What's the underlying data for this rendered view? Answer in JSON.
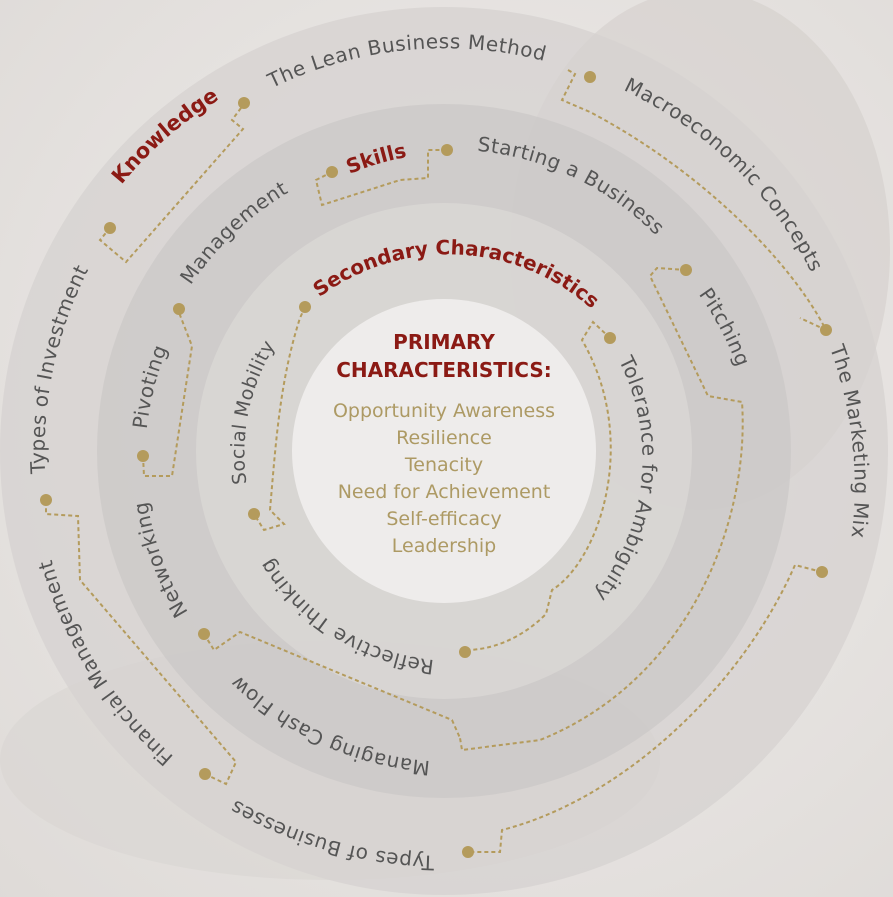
{
  "colors": {
    "accent": "#8b1a14",
    "label": "#555555",
    "gold": "#b49b5c",
    "primary_items": "#ad9a64"
  },
  "primary": {
    "title": "PRIMARY\nCHARACTERISTICS:",
    "items": [
      "Opportunity Awareness",
      "Resilience",
      "Tenacity",
      "Need for Achievement",
      "Self-efficacy",
      "Leadership"
    ]
  },
  "rings": {
    "knowledge": {
      "title": "Knowledge",
      "items": [
        "The Lean Business Method",
        "Macroeconomic Concepts",
        "The Marketing Mix",
        "Types of Businesses",
        "Financial Management",
        "Types of Investment"
      ]
    },
    "skills": {
      "title": "Skills",
      "items": [
        "Starting a Business",
        "Pitching",
        "Managing Cash Flow",
        "Networking",
        "Pivoting",
        "Management"
      ]
    },
    "secondary": {
      "title": "Secondary Characteristics",
      "items": [
        "Tolerance for Ambiguity",
        "Reflective Thinking",
        "Social Mobility"
      ]
    }
  }
}
